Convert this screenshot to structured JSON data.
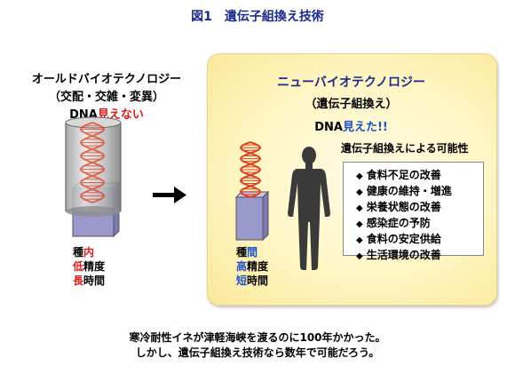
{
  "title": "図1　遺伝子組換え技術",
  "old_tech": {
    "name": "オールドバイオテクノロジー",
    "methods": "（交配・交雑・変異）",
    "dna_prefix": "DNA",
    "dna_status": "見えない",
    "traits": [
      {
        "char": "種",
        "highlight": "内"
      },
      {
        "char": "低",
        "highlight": "精度",
        "highlight_first": true
      },
      {
        "char": "長",
        "highlight": "時間",
        "highlight_first": true
      }
    ]
  },
  "new_tech": {
    "name": "ニューバイオテクノロジー",
    "sub": "（遺伝子組換え）",
    "dna_prefix": "DNA",
    "dna_status": "見えた!!",
    "possibility_title": "遺伝子組換えによる可能性",
    "possibilities": [
      "食料不足の改善",
      "健康の維持・増進",
      "栄養状態の改善",
      "感染症の予防",
      "食料の安定供給",
      "生活環境の改善"
    ],
    "traits": [
      {
        "a": "種",
        "b": "間"
      },
      {
        "a": "高",
        "b": "精度"
      },
      {
        "a": "短",
        "b": "時間"
      }
    ]
  },
  "caption": {
    "line1": "寒冷耐性イネが津軽海峡を渡るのに100年かかった。",
    "line2": "しかし、遺伝子組換え技術なら数年で可能だろう。"
  },
  "colors": {
    "title_blue": "#1a2a8c",
    "accent_red": "#e01818",
    "accent_blue": "#1a52c8",
    "panel_yellow": "#fff6c4",
    "helix_red": "#e04020",
    "block_purple": "#9b98cc"
  },
  "icons": [
    "arrow-right-icon",
    "human-silhouette-icon",
    "dna-helix-icon"
  ]
}
